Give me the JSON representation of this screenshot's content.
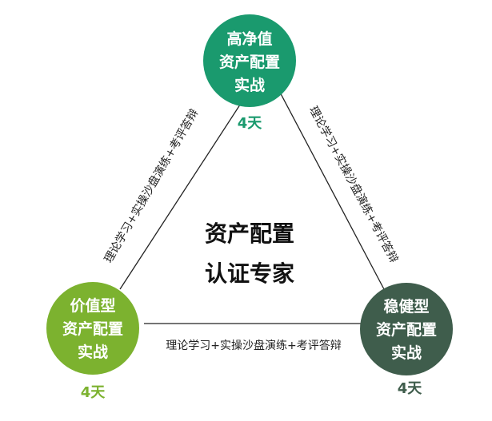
{
  "colors": {
    "top": "#1a9a6e",
    "left": "#7cb22f",
    "right": "#3f5d4c",
    "line": "#222222"
  },
  "nodes": {
    "top": {
      "lines": [
        "高净值",
        "资产配置",
        "实战"
      ],
      "days": "4天"
    },
    "left": {
      "lines": [
        "价值型",
        "资产配置",
        "实战"
      ],
      "days": "4天"
    },
    "right": {
      "lines": [
        "稳健型",
        "资产配置",
        "实战"
      ],
      "days": "4天"
    }
  },
  "edges": {
    "left": "理论学习+实操沙盘演练+考评答辩",
    "right": "理论学习+实操沙盘演练+考评答辩",
    "bottom": "理论学习+实操沙盘演练+考评答辩"
  },
  "center": {
    "line1": "资产配置",
    "line2": "认证专家"
  }
}
